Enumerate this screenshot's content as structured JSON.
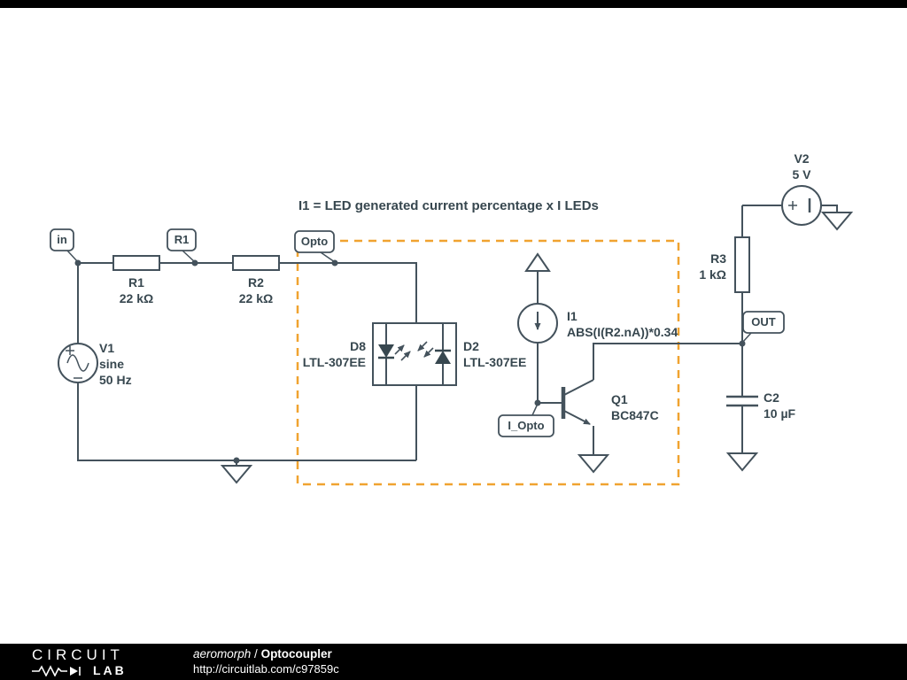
{
  "colors": {
    "wire": "#44525c",
    "text": "#37474f",
    "highlight_box": "#f0a330",
    "background": "#ffffff",
    "bar": "#000000"
  },
  "schematic": {
    "annotation": "I1 = LED generated current percentage x I LEDs",
    "net_labels": {
      "in": "in",
      "r1": "R1",
      "opto": "Opto",
      "i_opto": "I_Opto",
      "out": "OUT"
    },
    "components": {
      "v1": {
        "name": "V1",
        "line1": "sine",
        "line2": "50 Hz"
      },
      "r1": {
        "name": "R1",
        "value": "22 kΩ"
      },
      "r2": {
        "name": "R2",
        "value": "22 kΩ"
      },
      "d8": {
        "name": "D8",
        "value": "LTL-307EE"
      },
      "d2": {
        "name": "D2",
        "value": "LTL-307EE"
      },
      "i1": {
        "name": "I1",
        "value": "ABS(I(R2.nA))*0.34"
      },
      "q1": {
        "name": "Q1",
        "value": "BC847C"
      },
      "r3": {
        "name": "R3",
        "value": "1 kΩ"
      },
      "v2": {
        "name": "V2",
        "value": "5 V"
      },
      "c2": {
        "name": "C2",
        "value": "10 µF"
      }
    }
  },
  "footer": {
    "logo_circuit": "CIRCUIT",
    "logo_lab": "LAB",
    "author": "aeromorph",
    "separator": " / ",
    "title": "Optocoupler",
    "url": "http://circuitlab.com/c97859c"
  }
}
